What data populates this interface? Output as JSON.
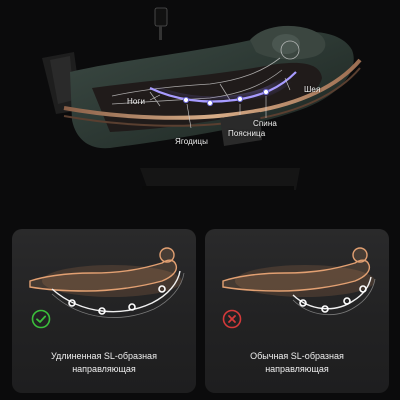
{
  "hero": {
    "labels": {
      "legs": "Ноги",
      "neck": "Шея",
      "back": "Спина",
      "lower_back": "Поясница",
      "buttocks": "Ягодицы"
    }
  },
  "comparison": [
    {
      "status": "positive",
      "status_icon": "check-circle-icon",
      "status_color": "#3bbf3b",
      "caption_line1": "Удлиненная SL-образная",
      "caption_line2": "направляющая"
    },
    {
      "status": "negative",
      "status_icon": "x-circle-icon",
      "status_color": "#d43a3a",
      "caption_line1": "Обычная SL-образная",
      "caption_line2": "направляющая"
    }
  ],
  "colors": {
    "background": "#0b0b0c",
    "chair_body": "#2f3b36",
    "rail_gold": "#b88a6a",
    "track_glow": "#9a8cff",
    "card_bg": "#252526"
  }
}
